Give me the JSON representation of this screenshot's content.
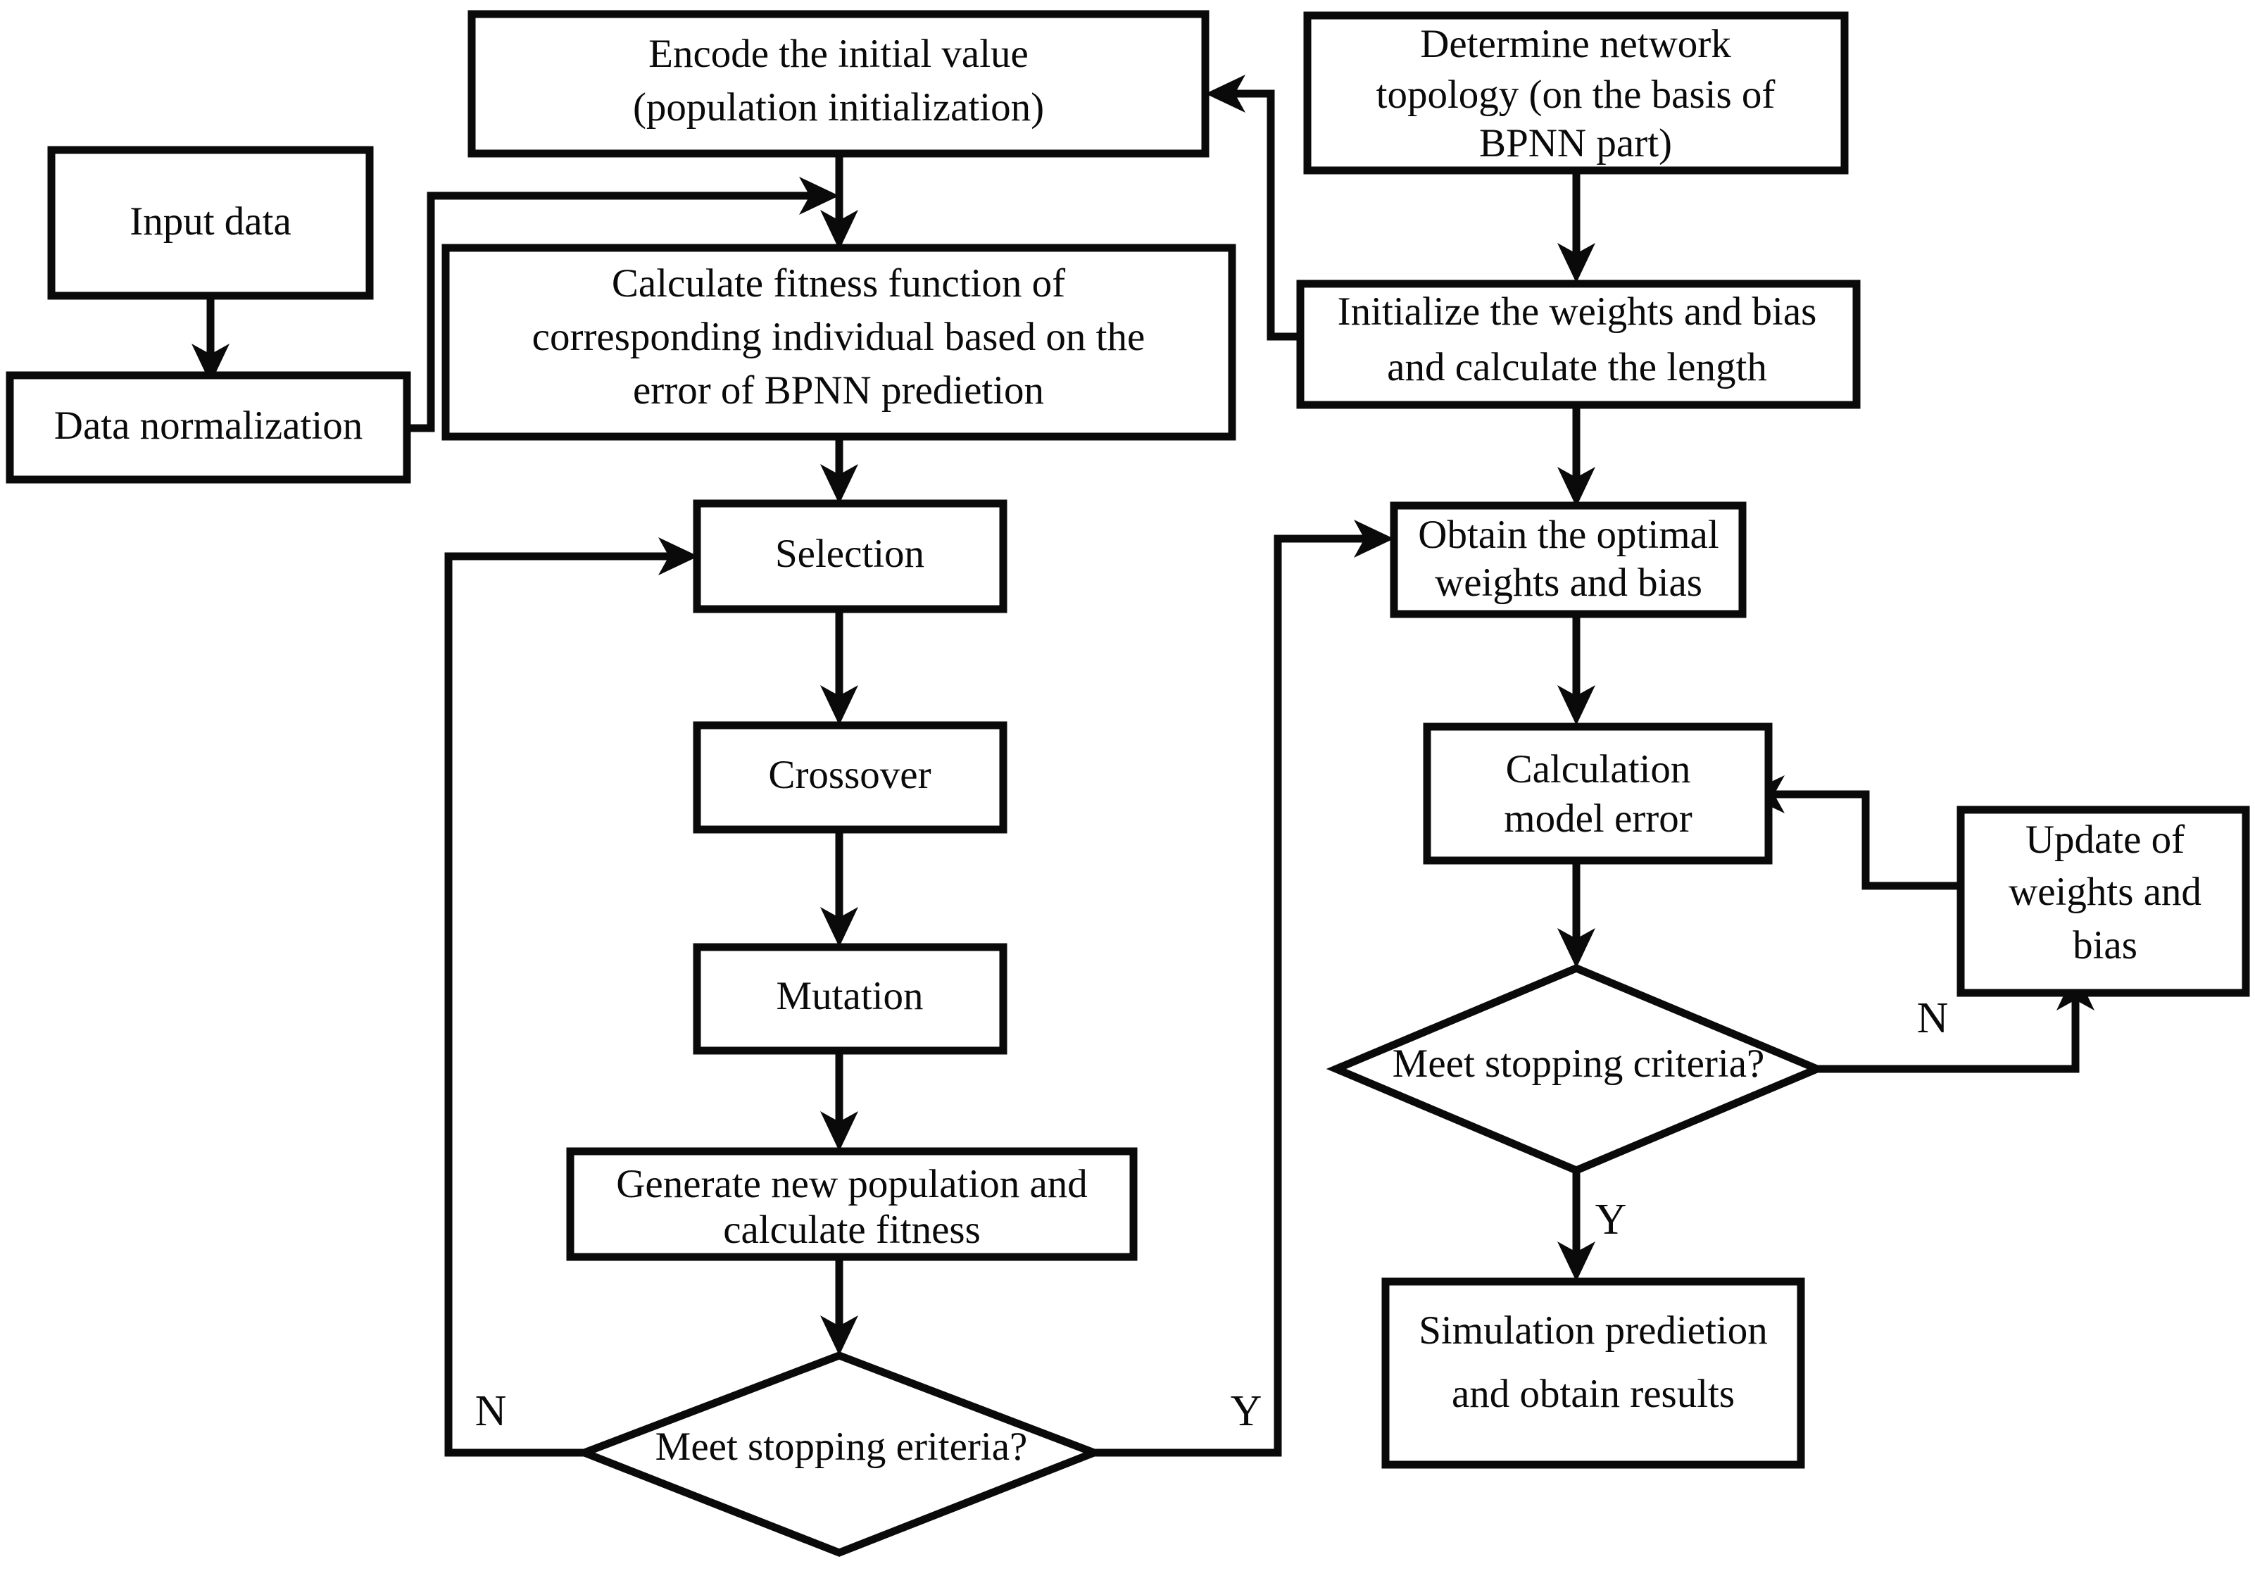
{
  "diagram": {
    "title_visible": false,
    "colors": {
      "stroke": "#0a0a0a",
      "fill": "#ffffff",
      "background": "#ffffff"
    },
    "nodes": [
      {
        "id": "input-data",
        "shape": "rect",
        "lines": [
          "Input data"
        ]
      },
      {
        "id": "data-normalization",
        "shape": "rect",
        "lines": [
          "Data normalization"
        ]
      },
      {
        "id": "encode-initial-value",
        "shape": "rect",
        "lines": [
          "Encode the initial value",
          "(population initialization)"
        ]
      },
      {
        "id": "calculate-fitness-function",
        "shape": "rect",
        "lines": [
          "Calculate fitness function of",
          "corresponding individual based on the",
          "error of BPNN predietion"
        ]
      },
      {
        "id": "selection",
        "shape": "rect",
        "lines": [
          "Selection"
        ]
      },
      {
        "id": "crossover",
        "shape": "rect",
        "lines": [
          "Crossover"
        ]
      },
      {
        "id": "mutation",
        "shape": "rect",
        "lines": [
          "Mutation"
        ]
      },
      {
        "id": "generate-new-population",
        "shape": "rect",
        "lines": [
          "Generate new population and",
          "calculate fitness"
        ]
      },
      {
        "id": "ga-stopping-criteria",
        "shape": "diamond",
        "lines": [
          "Meet stopping eriteria?"
        ]
      },
      {
        "id": "determine-network-topology",
        "shape": "rect",
        "lines": [
          "Determine network",
          "topology (on the basis of",
          "BPNN part)"
        ]
      },
      {
        "id": "initialize-weights-bias",
        "shape": "rect",
        "lines": [
          "Initialize the weights and bias",
          "and calculate the length"
        ]
      },
      {
        "id": "obtain-optimal-weights",
        "shape": "rect",
        "lines": [
          "Obtain the optimal",
          "weights and bias"
        ]
      },
      {
        "id": "calculation-model-error",
        "shape": "rect",
        "lines": [
          "Calculation",
          "model error"
        ]
      },
      {
        "id": "bp-stopping-criteria",
        "shape": "diamond",
        "lines": [
          "Meet stopping criteria?"
        ]
      },
      {
        "id": "update-weights-bias",
        "shape": "rect",
        "lines": [
          "Update of",
          "weights and",
          "bias"
        ]
      },
      {
        "id": "simulation-prediction",
        "shape": "rect",
        "lines": [
          "Simulation predietion",
          "and obtain results"
        ]
      }
    ],
    "edge_labels": {
      "ga_no": "N",
      "ga_yes": "Y",
      "bp_no": "N",
      "bp_yes": "Y"
    },
    "edges": [
      {
        "from": "input-data",
        "to": "data-normalization",
        "label": ""
      },
      {
        "from": "data-normalization",
        "to": "calculate-fitness-function",
        "label": ""
      },
      {
        "from": "encode-initial-value",
        "to": "calculate-fitness-function",
        "label": ""
      },
      {
        "from": "calculate-fitness-function",
        "to": "selection",
        "label": ""
      },
      {
        "from": "selection",
        "to": "crossover",
        "label": ""
      },
      {
        "from": "crossover",
        "to": "mutation",
        "label": ""
      },
      {
        "from": "mutation",
        "to": "generate-new-population",
        "label": ""
      },
      {
        "from": "generate-new-population",
        "to": "ga-stopping-criteria",
        "label": ""
      },
      {
        "from": "ga-stopping-criteria",
        "to": "selection",
        "label": "N"
      },
      {
        "from": "ga-stopping-criteria",
        "to": "obtain-optimal-weights",
        "label": "Y"
      },
      {
        "from": "determine-network-topology",
        "to": "initialize-weights-bias",
        "label": ""
      },
      {
        "from": "initialize-weights-bias",
        "to": "encode-initial-value",
        "label": ""
      },
      {
        "from": "initialize-weights-bias",
        "to": "obtain-optimal-weights",
        "label": ""
      },
      {
        "from": "obtain-optimal-weights",
        "to": "calculation-model-error",
        "label": ""
      },
      {
        "from": "calculation-model-error",
        "to": "bp-stopping-criteria",
        "label": ""
      },
      {
        "from": "bp-stopping-criteria",
        "to": "update-weights-bias",
        "label": "N"
      },
      {
        "from": "update-weights-bias",
        "to": "calculation-model-error",
        "label": ""
      },
      {
        "from": "bp-stopping-criteria",
        "to": "simulation-prediction",
        "label": "Y"
      }
    ]
  }
}
